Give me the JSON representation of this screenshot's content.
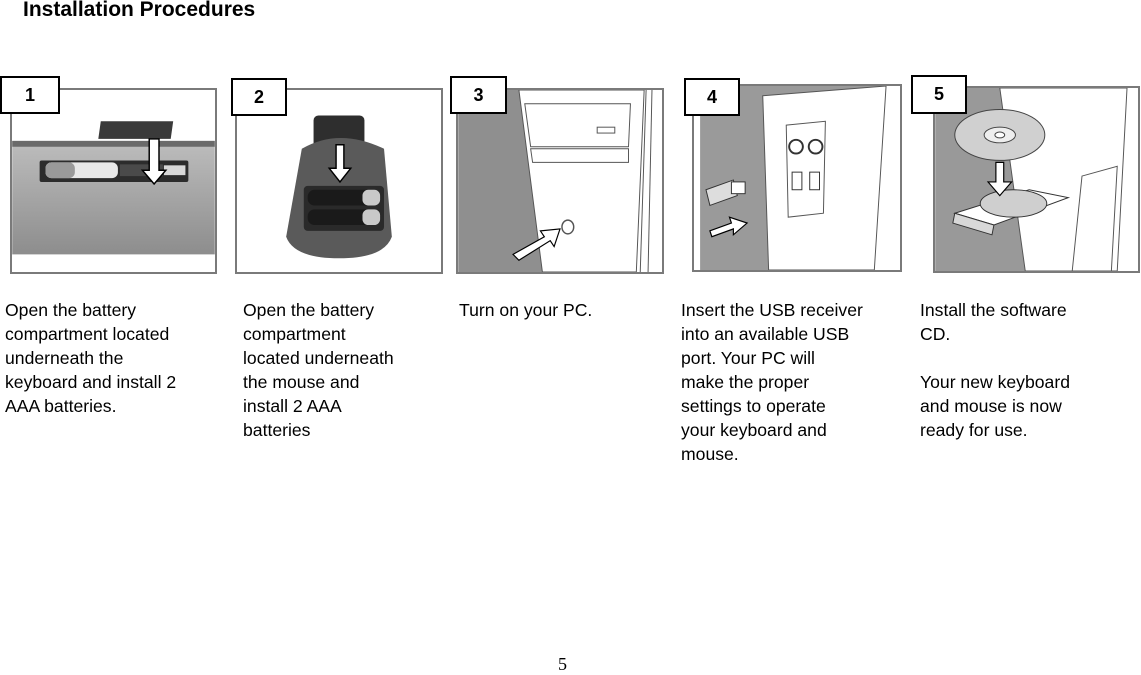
{
  "page_title": "Installation Procedures",
  "steps": [
    {
      "number": "1",
      "text": "Open the battery\ncompartment located\nunderneath the\nkeyboard and install 2\nAAA batteries."
    },
    {
      "number": "2",
      "text": "Open the battery\ncompartment\nlocated underneath\nthe mouse and\ninstall 2 AAA\nbatteries"
    },
    {
      "number": "3",
      "text": "Turn on your PC."
    },
    {
      "number": "4",
      "text": "Insert the USB receiver\ninto an available USB\nport. Your PC will\nmake the proper\nsettings to operate\nyour keyboard and\nmouse."
    },
    {
      "number": "5",
      "text": "Install the software\nCD.\n\nYour new keyboard\nand mouse is now\nready for use."
    }
  ],
  "page_number": "5"
}
